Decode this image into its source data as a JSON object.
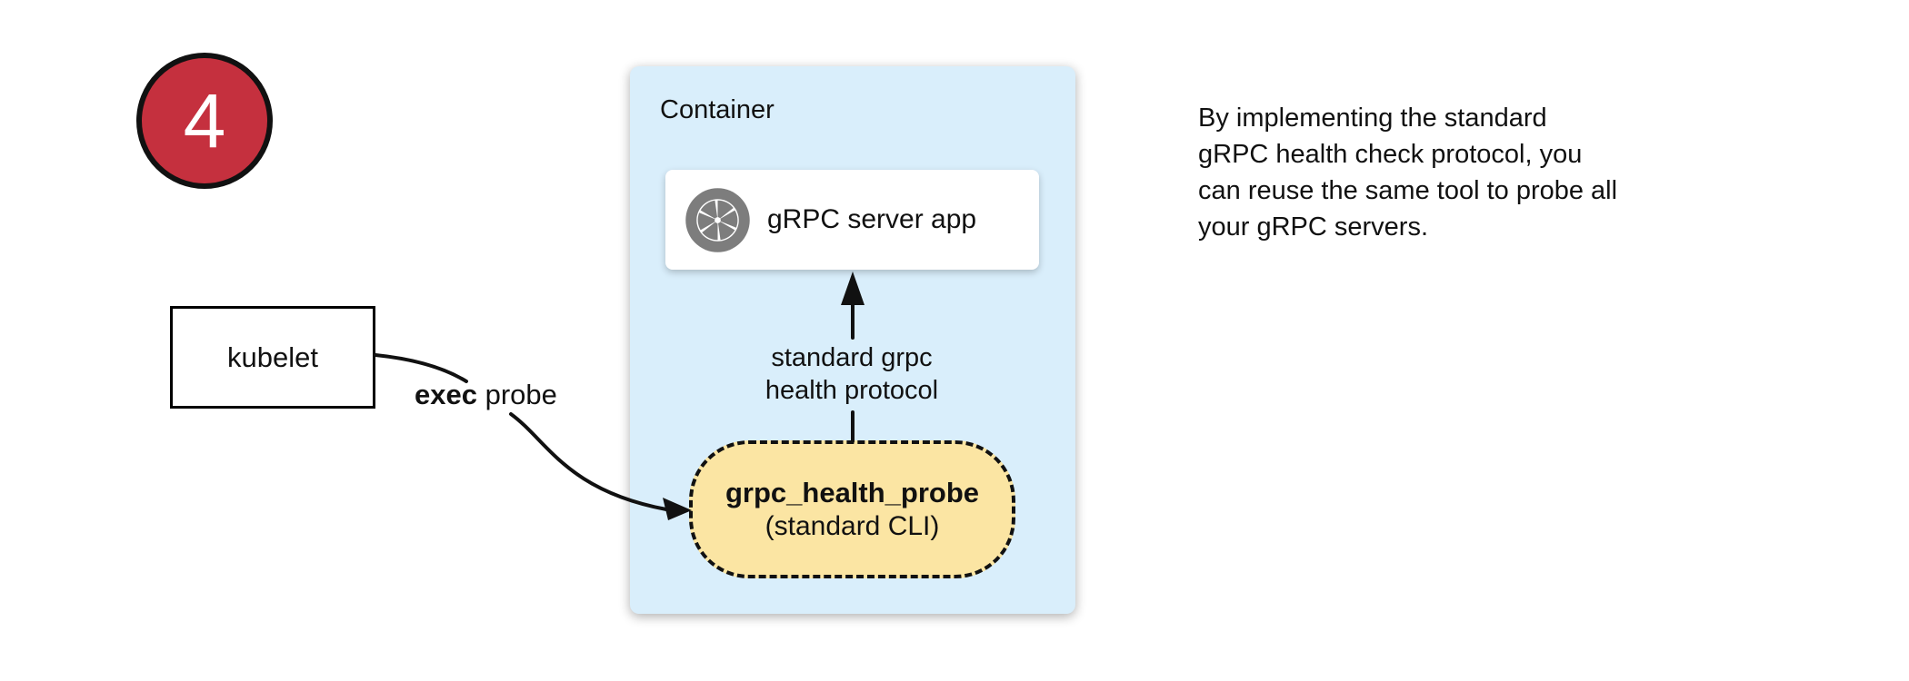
{
  "colors": {
    "badge_red": "#c5303e",
    "container_blue": "#d9eefb",
    "probe_yellow": "#fbe5a3",
    "icon_gray": "#7d7d7d",
    "line_black": "#111111"
  },
  "step_badge": {
    "number": "4"
  },
  "nodes": {
    "kubelet": {
      "label": "kubelet"
    },
    "container": {
      "label": "Container"
    },
    "grpc_server": {
      "label": "gRPC server app",
      "icon": "aperture-shutter-icon"
    },
    "health_probe": {
      "title": "grpc_health_probe",
      "subtitle": "(standard CLI)"
    }
  },
  "edges": {
    "exec_probe": {
      "label_bold": "exec",
      "label_rest": " probe"
    },
    "health_protocol": {
      "line1": "standard grpc",
      "line2": "health protocol"
    }
  },
  "note": {
    "lines": [
      "By implementing the standard",
      "gRPC health check protocol, you",
      "can reuse the same tool to probe all",
      "your gRPC servers."
    ]
  }
}
